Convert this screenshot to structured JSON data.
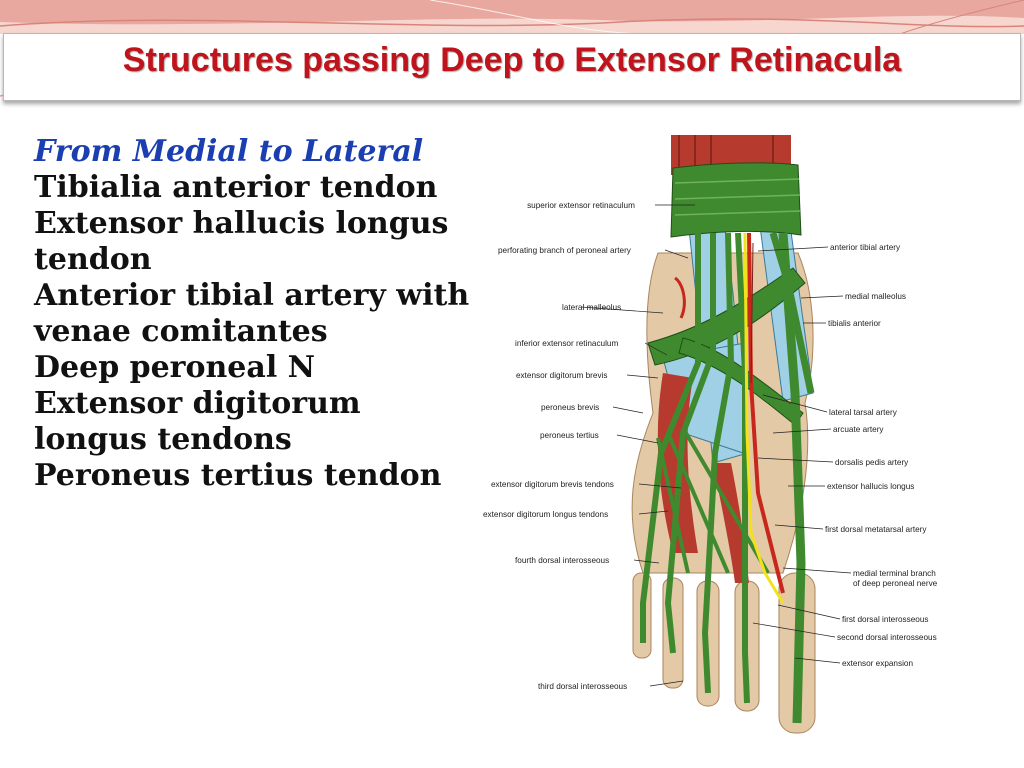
{
  "slide": {
    "title": "Structures passing Deep to Extensor Retinacula",
    "subtitle": "From Medial to Lateral",
    "items": [
      "Tibialia anterior tendon",
      "Extensor hallucis longus tendon",
      "Anterior tibial artery with venae comitantes",
      "Deep peroneal N",
      "Extensor digitorum longus tendons",
      "Peroneus tertius tendon"
    ]
  },
  "figure": {
    "left_labels": [
      "superior extensor retinaculum",
      "perforating branch of peroneal artery",
      "lateral malleolus",
      "inferior extensor retinaculum",
      "extensor digitorum brevis",
      "peroneus brevis",
      "peroneus tertius",
      "extensor digitorum brevis tendons",
      "extensor digitorum longus tendons",
      "fourth dorsal interosseous",
      "third dorsal interosseous"
    ],
    "right_labels": [
      "anterior tibial artery",
      "medial malleolus",
      "tibialis anterior",
      "lateral tarsal artery",
      "arcuate artery",
      "dorsalis pedis artery",
      "extensor hallucis longus",
      "first dorsal metatarsal artery",
      "medial terminal branch",
      "of deep peroneal nerve",
      "first dorsal interosseous",
      "second dorsal interosseous",
      "extensor expansion"
    ]
  },
  "colors": {
    "title": "#c0141c",
    "subtitle": "#1b3fb0",
    "body_text": "#111111",
    "tendon_green": "#3f8a2e",
    "muscle_red": "#b63a2e",
    "bone_tan": "#e3c9a6",
    "retinaculum_blue": "#9fd0e6",
    "nerve_yellow": "#f2e21b",
    "banner_pink": "#e8a8a0"
  }
}
